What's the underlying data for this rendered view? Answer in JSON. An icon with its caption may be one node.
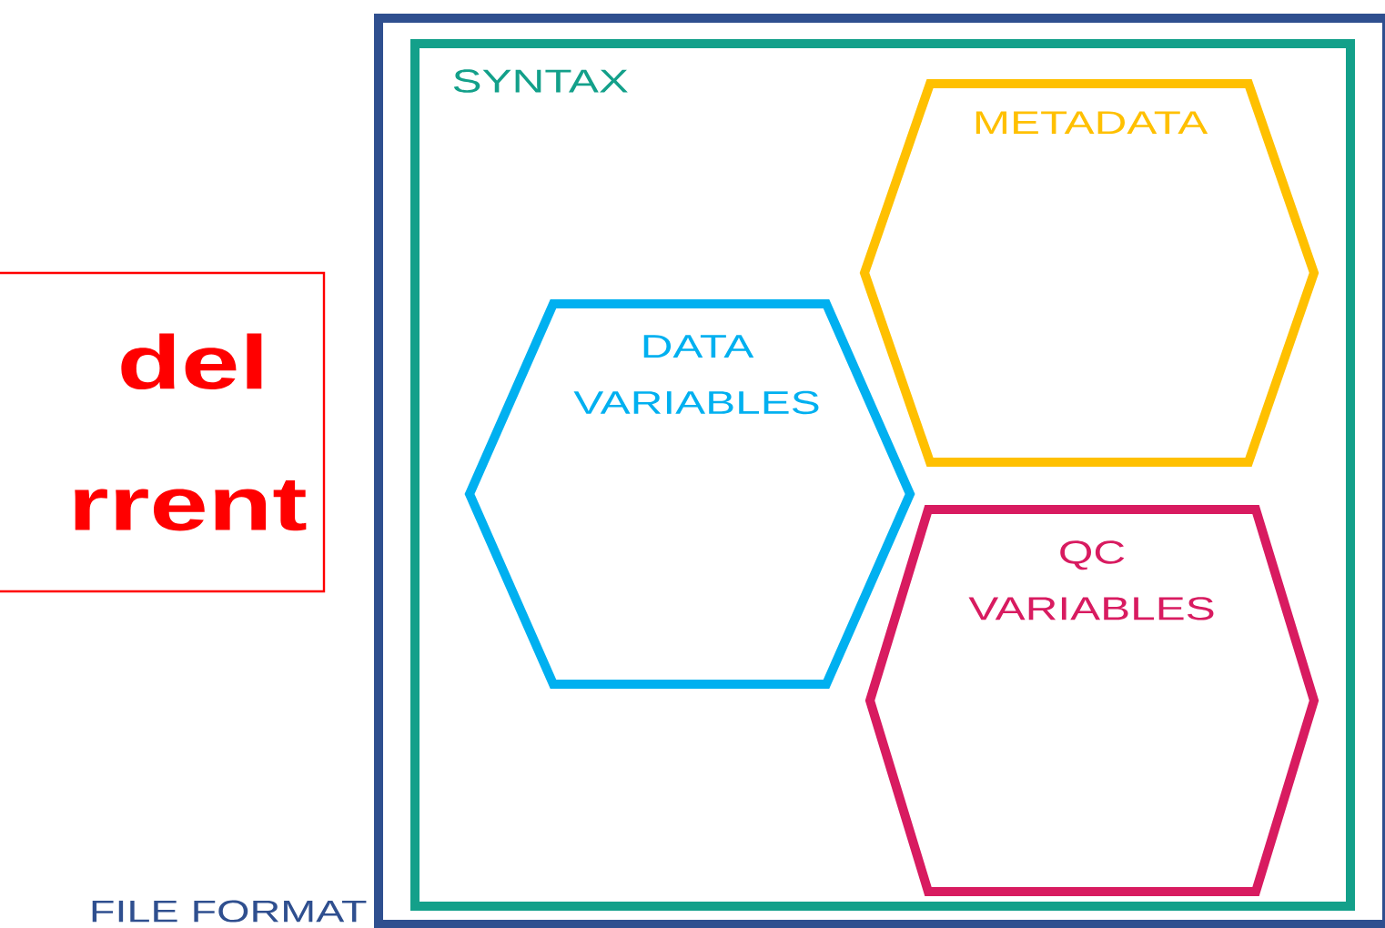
{
  "diagram": {
    "nodes": [
      {
        "text": [
          "FILE FORMAT"
        ]
      },
      {
        "text": [
          "SYNTAX"
        ],
        "in": 0
      },
      {
        "text": [
          "METADATA"
        ],
        "in": 1
      },
      {
        "text": [
          "DATA VARIABLES"
        ],
        "in": 1
      },
      {
        "text": [
          "QC VARIABLES"
        ],
        "in": 1
      },
      {
        "text": [
          "del rrent"
        ]
      }
    ],
    "edges": []
  }
}
